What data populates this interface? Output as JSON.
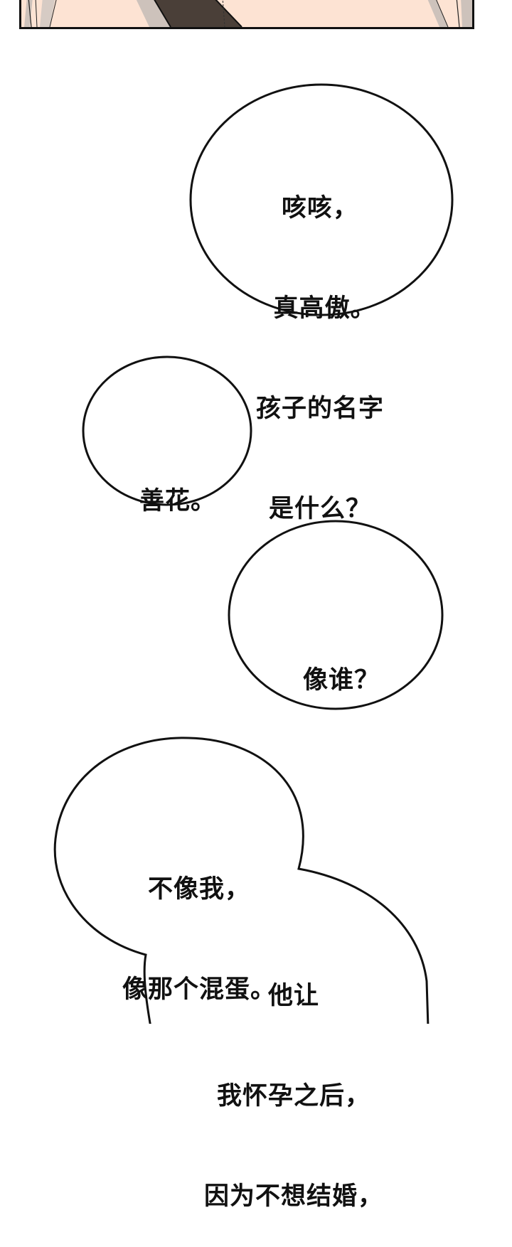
{
  "comic": {
    "top_panel": {
      "description": "bottom edge of previous illustrated panel",
      "colors": {
        "skin": "#fde3d3",
        "shadow": "#cdc2bb",
        "dark": "#4a3f38",
        "border": "#111111"
      }
    },
    "bubbles": [
      {
        "id": "bubble-1",
        "lines": [
          "咳咳，",
          " 真高傲。",
          "孩子的名字",
          "是什么？"
        ]
      },
      {
        "id": "bubble-2",
        "lines": [
          "善花。"
        ]
      },
      {
        "id": "bubble-3",
        "lines": [
          "像谁？"
        ]
      },
      {
        "id": "bubble-4a",
        "lines": [
          "不像我，",
          "像那个混蛋。"
        ]
      },
      {
        "id": "bubble-4b",
        "lines": [
          "他让",
          "我怀孕之后，",
          "因为不想结婚，"
        ]
      }
    ]
  }
}
